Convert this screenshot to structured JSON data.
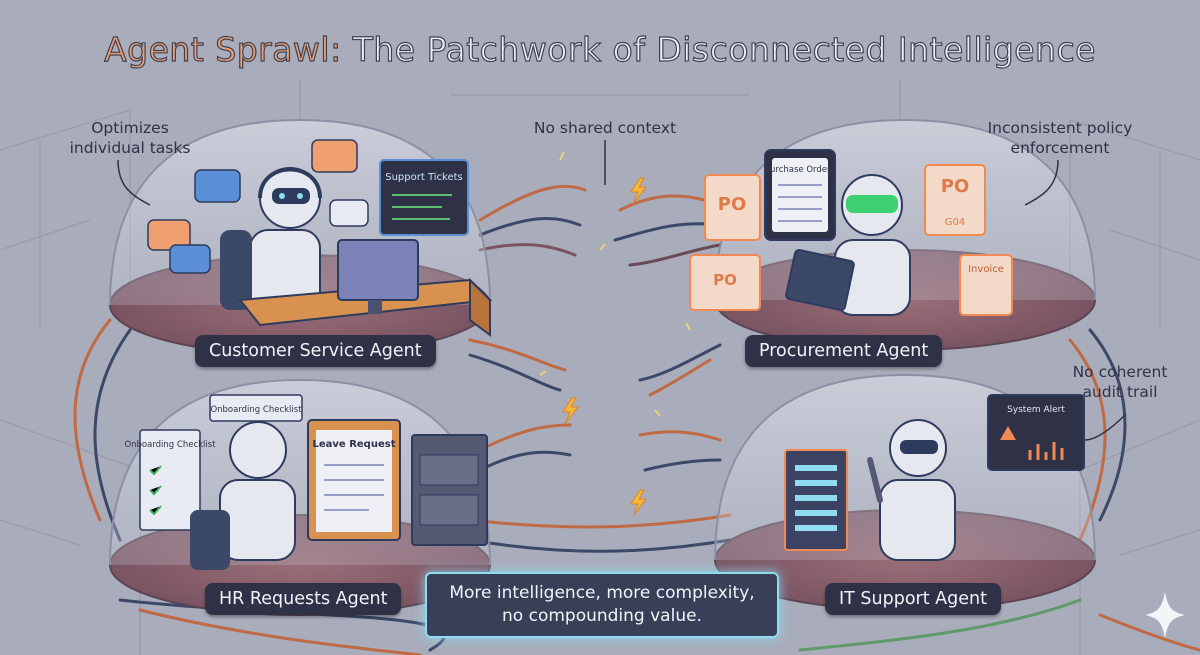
{
  "title": {
    "accent": "Agent Sprawl:",
    "rest": " The Patchwork of Disconnected Intelligence"
  },
  "callouts": {
    "optimizes": "Optimizes individual tasks",
    "no_shared_context": "No shared context",
    "inconsistent_policy": "Inconsistent policy enforcement",
    "no_audit_trail": "No coherent audit trail"
  },
  "agents": {
    "customer_service": "Customer Service Agent",
    "procurement": "Procurement Agent",
    "hr_requests": "HR Requests Agent",
    "it_support": "IT Support Agent"
  },
  "props": {
    "support_tickets": "Support Tickets",
    "purchase_orders": "Purchase Orders",
    "po": "PO",
    "po_number": "G04",
    "invoice": "Invoice",
    "onboarding_checklist": "Onboarding Checklist",
    "leave_request": "Leave Request",
    "system_alert": "System Alert"
  },
  "banner": {
    "line1": "More intelligence, more complexity,",
    "line2": "no compounding value."
  },
  "colors": {
    "accent": "#f0a070",
    "banner_glow": "#8fdcf0",
    "dome_floor": "#8a6470",
    "label_bg": "#2f3247"
  }
}
